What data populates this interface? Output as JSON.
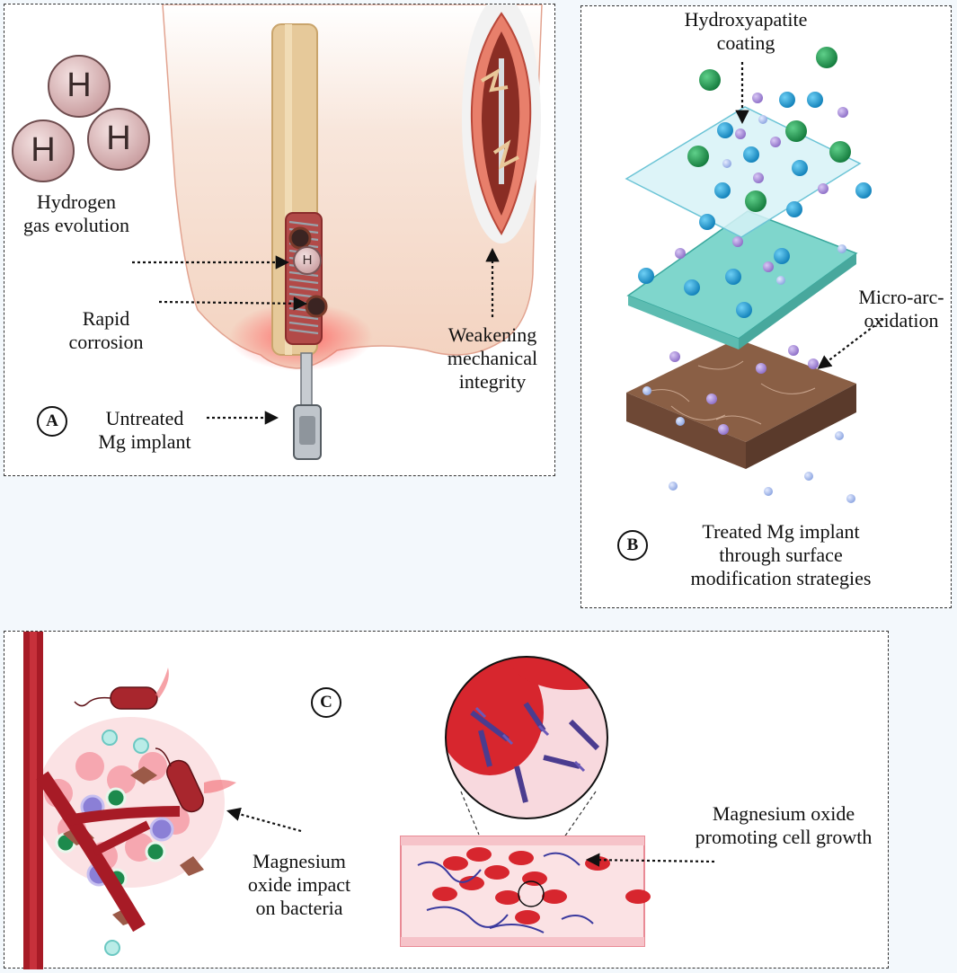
{
  "panel_a": {
    "badge": "A",
    "hydrogen_symbol": "H",
    "hydrogen_gas_evolution": "Hydrogen\ngas evolution",
    "rapid_corrosion": "Rapid\ncorrosion",
    "untreated_implant": "Untreated\nMg implant",
    "weakening_integrity": "Weakening\nmechanical\nintegrity"
  },
  "panel_b": {
    "badge": "B",
    "hydroxyapatite_coating": "Hydroxyapatite\ncoating",
    "micro_arc_oxidation": "Micro-arc-\noxidation",
    "treated_implant": "Treated Mg implant\nthrough surface\nmodification strategies"
  },
  "panel_c": {
    "badge": "C",
    "mgo_bacteria": "Magnesium\noxide impact\non bacteria",
    "mgo_cell_growth": "Magnesium oxide\npromoting cell growth"
  },
  "colors": {
    "skin": "#f6dccb",
    "bone": "#e6c99a",
    "blood": "#a71b26",
    "rbc": "#d7262e",
    "green_particle": "#1f8a4a",
    "blue_particle": "#1a9bd3",
    "purple_particle": "#a98ad8",
    "hap_layer": "#d7f2f7",
    "mao_layer": "#7fd6cc",
    "mg_substrate": "#8a5f45"
  }
}
